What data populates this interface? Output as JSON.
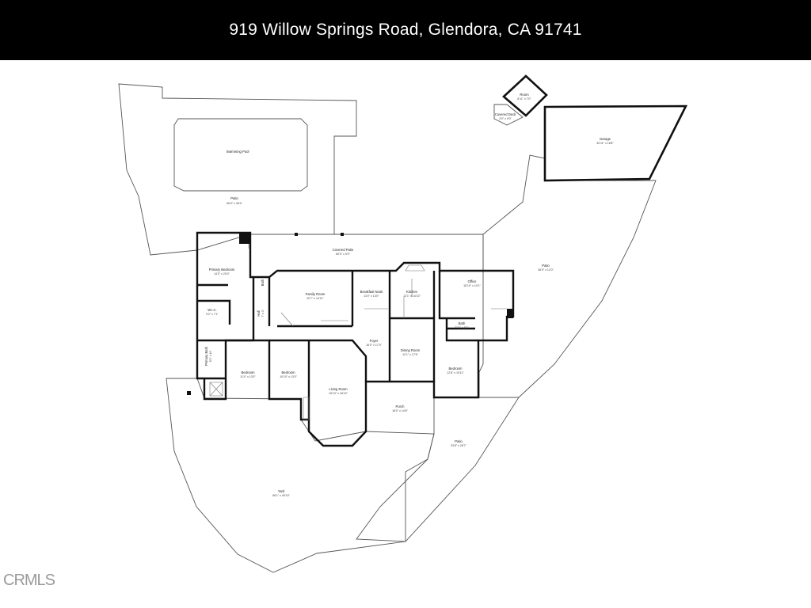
{
  "header": {
    "address": "919 Willow Springs Road, Glendora, CA 91741"
  },
  "watermark": {
    "text": "CRMLS"
  },
  "rooms": {
    "swimming_pool": {
      "name": "Swimming Pool",
      "dim": ""
    },
    "patio_top": {
      "name": "Patio",
      "dim": "56'0\" x 45'4\""
    },
    "covered_patio": {
      "name": "Covered Patio",
      "dim": "60'0\" x 9'0\""
    },
    "primary_bedroom": {
      "name": "Primary Bedroom",
      "dim": "14'0\" x 20'0\""
    },
    "wic": {
      "name": "W.I.C.",
      "dim": "9'2\" x 7'1\""
    },
    "primary_bath": {
      "name": "Primary Bath",
      "dim": "8'1\" x 10'"
    },
    "bath_small": {
      "name": "Bath",
      "dim": ""
    },
    "hall": {
      "name": "Hall",
      "dim": "7' x 3'"
    },
    "family_room": {
      "name": "Family Room",
      "dim": "20'7\" x 14'11\""
    },
    "breakfast_nook": {
      "name": "Breakfast Nook",
      "dim": "11'0\" x 13'0\""
    },
    "kitchen": {
      "name": "Kitchen",
      "dim": "12'1\" x 14'10\""
    },
    "office": {
      "name": "Office",
      "dim": "15'10\" x 10'1\""
    },
    "bath_right": {
      "name": "Bath",
      "dim": "7'11\" x 8'1\""
    },
    "foyer": {
      "name": "Foyer",
      "dim": "16'0\" x 17'0\""
    },
    "dining_room": {
      "name": "Dining Room",
      "dim": "12'1\" x 17'6\""
    },
    "bedroom_1": {
      "name": "Bedroom",
      "dim": "11'4\" x 13'0\""
    },
    "bedroom_2": {
      "name": "Bedroom",
      "dim": "10'10\" x 13'0\""
    },
    "bedroom_3": {
      "name": "Bedroom",
      "dim": "12'8\" x 15'11\""
    },
    "living_room": {
      "name": "Living Room",
      "dim": "15'10\" x 18'10\""
    },
    "porch": {
      "name": "Porch",
      "dim": "18'0\" x 14'6\""
    },
    "patio_right": {
      "name": "Patio",
      "dim": "36'0\" x 12'0\""
    },
    "patio_bottom": {
      "name": "Patio",
      "dim": "33'8\" x 28'7\""
    },
    "yard": {
      "name": "Yard",
      "dim": "68'1\" x 45'10\""
    },
    "garage": {
      "name": "Garage",
      "dim": "30'11\" x 18'8\""
    },
    "room_small": {
      "name": "Room",
      "dim": "8'11\" x 7'0\""
    },
    "covered_deck": {
      "name": "Covered Deck",
      "dim": "3'0\" x 9'0\""
    }
  }
}
